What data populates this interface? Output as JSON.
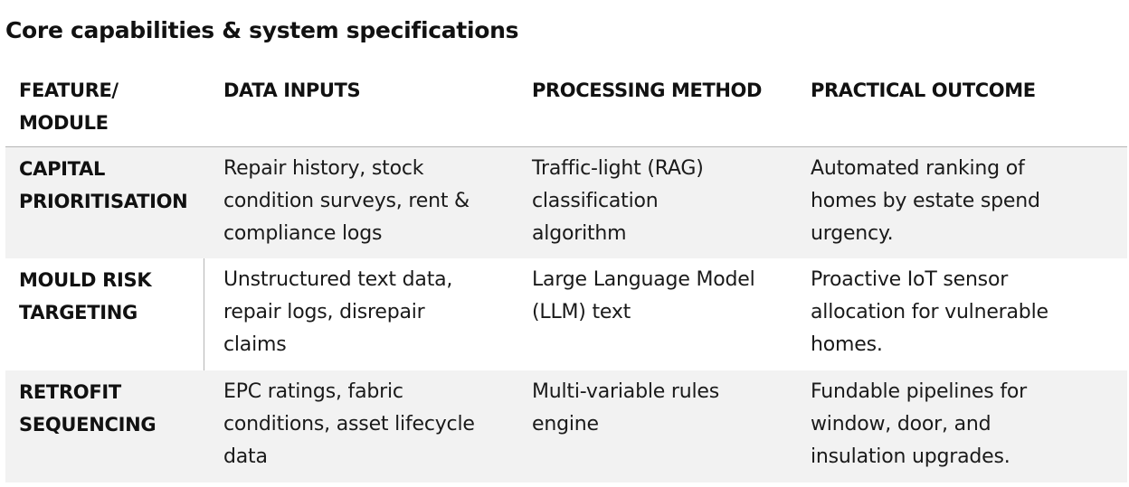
{
  "title": "Core capabilities & system specifications",
  "headers": {
    "feature": [
      "FEATURE/",
      "MODULE"
    ],
    "inputs": "DATA INPUTS",
    "method": "PROCESSING METHOD",
    "outcome": "PRACTICAL OUTCOME"
  },
  "rows": [
    {
      "feature": [
        "CAPITAL",
        "PRIORITISATION"
      ],
      "inputs": [
        "Repair history, stock",
        "condition surveys, rent &",
        "compliance logs"
      ],
      "method": [
        "Traffic-light (RAG)",
        "classification",
        "algorithm"
      ],
      "outcome": [
        "Automated ranking of",
        "homes by estate spend",
        "urgency."
      ]
    },
    {
      "feature": [
        "MOULD RISK",
        "TARGETING"
      ],
      "inputs": [
        "Unstructured text data,",
        "repair logs, disrepair",
        "claims"
      ],
      "method": [
        "Large Language Model",
        "(LLM) text"
      ],
      "outcome": [
        "Proactive IoT sensor",
        "allocation for vulnerable",
        "homes."
      ]
    },
    {
      "feature": [
        "RETROFIT",
        "SEQUENCING"
      ],
      "inputs": [
        "EPC ratings, fabric",
        "conditions, asset lifecycle",
        "data"
      ],
      "method": [
        "Multi-variable rules",
        "engine"
      ],
      "outcome": [
        "Fundable pipelines for",
        "window, door, and",
        "insulation upgrades."
      ]
    }
  ]
}
